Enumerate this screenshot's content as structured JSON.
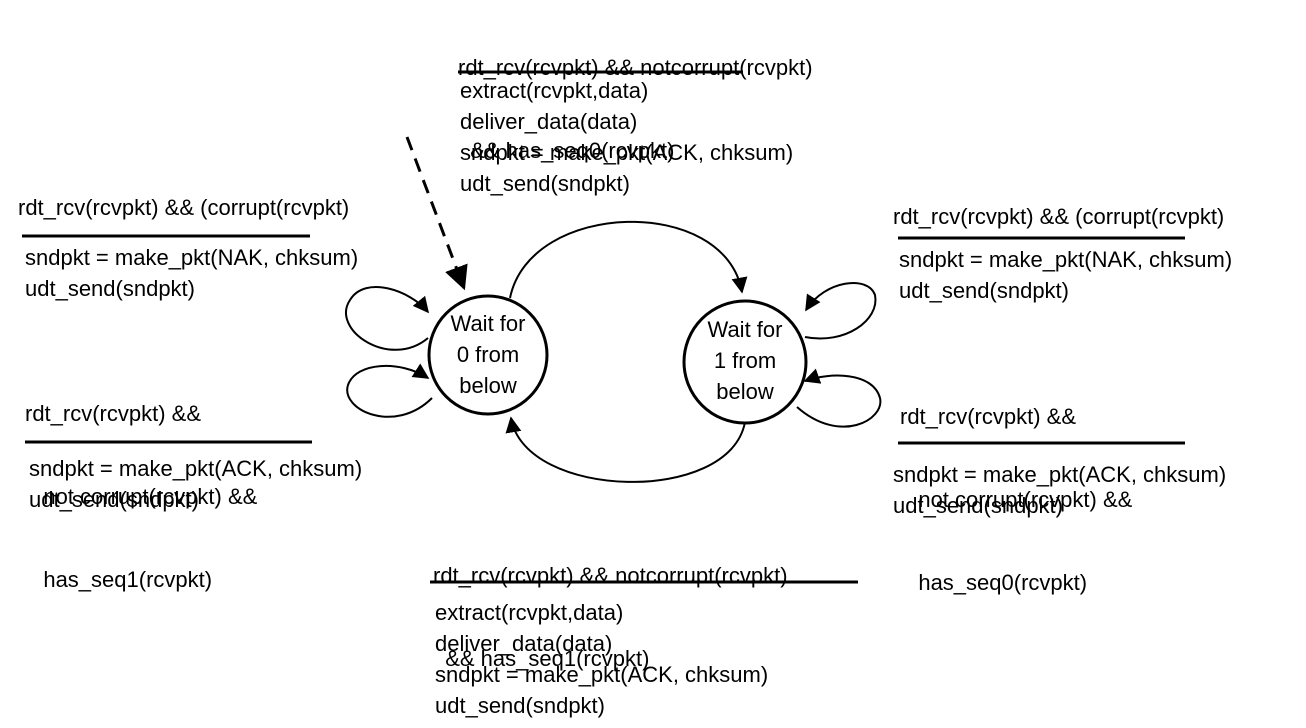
{
  "states": {
    "s0": [
      "Wait for",
      "0 from",
      "below"
    ],
    "s1": [
      "Wait for",
      "1 from",
      "below"
    ]
  },
  "top_transition": {
    "event": [
      "rdt_rcv(rcvpkt) && notcorrupt(rcvpkt)",
      "  && has_seq0(rcvpkt)"
    ],
    "actions": [
      "extract(rcvpkt,data)",
      "deliver_data(data)",
      "sndpkt = make_pkt(ACK, chksum)",
      "udt_send(sndpkt)"
    ]
  },
  "bottom_transition": {
    "event": [
      "rdt_rcv(rcvpkt) && notcorrupt(rcvpkt)",
      "  && has_seq1(rcvpkt)"
    ],
    "actions": [
      "extract(rcvpkt,data)",
      "deliver_data(data)",
      "sndpkt = make_pkt(ACK, chksum)",
      "udt_send(sndpkt)"
    ]
  },
  "left_corrupt": {
    "event": [
      "rdt_rcv(rcvpkt) && (corrupt(rcvpkt)"
    ],
    "actions": [
      "sndpkt = make_pkt(NAK, chksum)",
      "udt_send(sndpkt)"
    ]
  },
  "left_dup": {
    "event": [
      "rdt_rcv(rcvpkt) &&",
      "   not corrupt(rcvpkt) &&",
      "   has_seq1(rcvpkt)"
    ],
    "actions": [
      "sndpkt = make_pkt(ACK, chksum)",
      "udt_send(sndpkt)"
    ]
  },
  "right_corrupt": {
    "event": [
      "rdt_rcv(rcvpkt) && (corrupt(rcvpkt)"
    ],
    "actions": [
      "sndpkt = make_pkt(NAK, chksum)",
      "udt_send(sndpkt)"
    ]
  },
  "right_dup": {
    "event": [
      "rdt_rcv(rcvpkt) &&",
      "   not corrupt(rcvpkt) &&",
      "   has_seq0(rcvpkt)"
    ],
    "actions": [
      "sndpkt = make_pkt(ACK, chksum)",
      "udt_send(sndpkt)"
    ]
  }
}
